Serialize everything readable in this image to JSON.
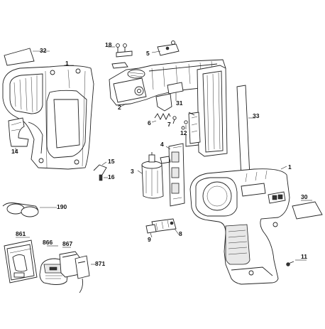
{
  "diagram": {
    "labels": {
      "l1a": "1",
      "l1b": "1",
      "l2": "2",
      "l3": "3",
      "l4": "4",
      "l5": "5",
      "l6": "6",
      "l7": "7",
      "l8": "8",
      "l9": "9",
      "l11": "11",
      "l12": "12",
      "l14": "14",
      "l15": "15",
      "l16": "16",
      "l18": "18",
      "l30": "30",
      "l31": "31",
      "l32": "32",
      "l33": "33",
      "l190": "190",
      "l861": "861",
      "l866": "866",
      "l867": "867",
      "l871": "871"
    },
    "colors": {
      "line": "#222222",
      "background": "#ffffff"
    }
  }
}
